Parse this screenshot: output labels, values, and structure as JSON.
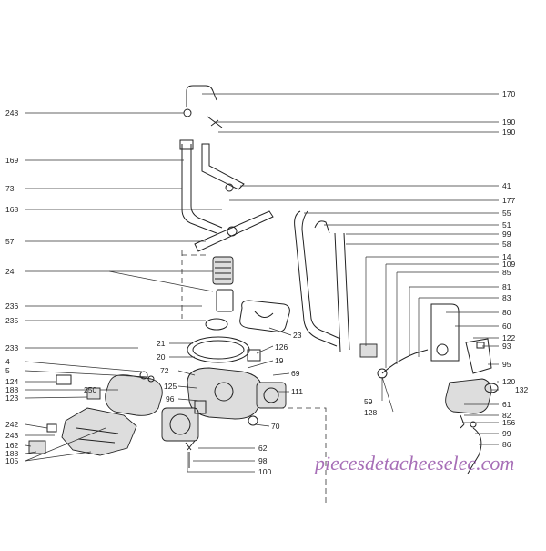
{
  "watermark": "piecesdetacheeselec.com",
  "callouts": {
    "right": [
      "170",
      "190",
      "190",
      "41",
      "177",
      "55",
      "51",
      "99",
      "58",
      "14",
      "109",
      "85",
      "81",
      "83",
      "80",
      "60",
      "122",
      "93",
      "95",
      "120",
      "132",
      "61",
      "82",
      "156",
      "99",
      "86"
    ],
    "left": [
      "248",
      "169",
      "73",
      "168",
      "57",
      "24",
      "236",
      "235",
      "233",
      "4",
      "5",
      "124",
      "188",
      "123",
      "242",
      "243",
      "162",
      "188",
      "105"
    ],
    "center": [
      "23",
      "21",
      "126",
      "20",
      "19",
      "72",
      "69",
      "111",
      "125",
      "96",
      "70",
      "62",
      "98",
      "100",
      "250",
      "59",
      "128"
    ]
  }
}
